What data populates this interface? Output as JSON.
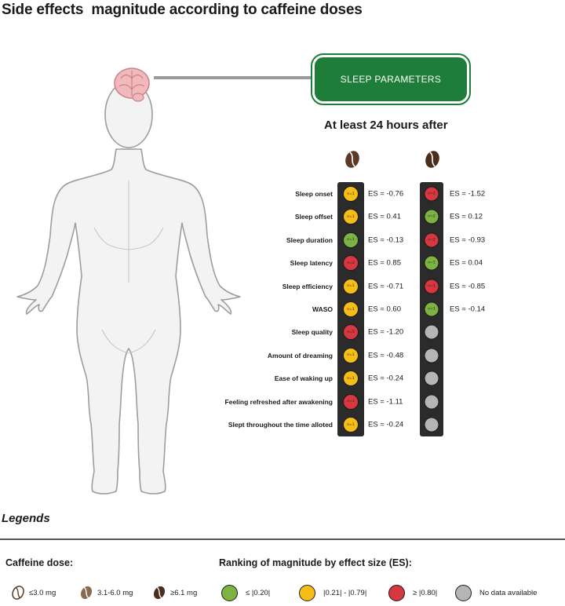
{
  "title": "Side effects  magnitude according to caffeine doses",
  "sleep_box": {
    "label": "SLEEP PARAMETERS"
  },
  "timing": "At least 24 hours after",
  "colors": {
    "green": "#7cb342",
    "yellow": "#f6bd16",
    "red": "#d7373f",
    "gray": "#b5b5b5",
    "box_green": "#1f7d3a",
    "bean": "#5a3a25"
  },
  "columns": [
    {
      "dose_icon": "coffee-bean-icon-medium"
    },
    {
      "dose_icon": "coffee-bean-icon-high"
    }
  ],
  "rows": [
    {
      "label": "Sleep onset",
      "c1": {
        "color": "yellow",
        "n": "n=1",
        "es": "ES = -0.76"
      },
      "c2": {
        "color": "red",
        "n": "n=2",
        "es": "ES = -1.52"
      }
    },
    {
      "label": "Sleep offset",
      "c1": {
        "color": "yellow",
        "n": "n=1",
        "es": "ES = 0.41"
      },
      "c2": {
        "color": "green",
        "n": "n=2",
        "es": "ES = 0.12"
      }
    },
    {
      "label": "Sleep duration",
      "c1": {
        "color": "green",
        "n": "n=1",
        "es": "ES = -0.13"
      },
      "c2": {
        "color": "red",
        "n": "n=2",
        "es": "ES = -0.93"
      }
    },
    {
      "label": "Sleep latency",
      "c1": {
        "color": "red",
        "n": "n=2",
        "es": "ES = 0.85"
      },
      "c2": {
        "color": "green",
        "n": "n=1",
        "es": "ES = 0.04"
      }
    },
    {
      "label": "Sleep efficiency",
      "c1": {
        "color": "yellow",
        "n": "n=1",
        "es": "ES = -0.71"
      },
      "c2": {
        "color": "red",
        "n": "n=1",
        "es": "ES = -0.85"
      }
    },
    {
      "label": "WASO",
      "c1": {
        "color": "yellow",
        "n": "n=1",
        "es": "ES = 0.60"
      },
      "c2": {
        "color": "green",
        "n": "n=1",
        "es": "ES = -0.14"
      }
    },
    {
      "label": "Sleep quality",
      "c1": {
        "color": "red",
        "n": "n=5",
        "es": "ES = -1.20"
      },
      "c2": {
        "color": "gray",
        "n": "",
        "es": ""
      }
    },
    {
      "label": "Amount of dreaming",
      "c1": {
        "color": "yellow",
        "n": "n=1",
        "es": "ES = -0.48"
      },
      "c2": {
        "color": "gray",
        "n": "",
        "es": ""
      }
    },
    {
      "label": "Ease of waking up",
      "c1": {
        "color": "yellow",
        "n": "n=1",
        "es": "ES = -0.24"
      },
      "c2": {
        "color": "gray",
        "n": "",
        "es": ""
      }
    },
    {
      "label": "Feeling refreshed after awakening",
      "c1": {
        "color": "red",
        "n": "n=1",
        "es": "ES = -1.11"
      },
      "c2": {
        "color": "gray",
        "n": "",
        "es": ""
      }
    },
    {
      "label": "Slept throughout the time alloted",
      "c1": {
        "color": "yellow",
        "n": "n=1",
        "es": "ES = -0.24"
      },
      "c2": {
        "color": "gray",
        "n": "",
        "es": ""
      }
    }
  ],
  "legend": {
    "title": "Legends",
    "dose_heading": "Caffeine dose:",
    "ranking_heading": "Ranking of magnitude  by effect size (ES):",
    "doses": [
      {
        "icon": "coffee-bean-icon-low",
        "text": "≤3.0 mg"
      },
      {
        "icon": "coffee-bean-icon-medium",
        "text": "3.1-6.0 mg"
      },
      {
        "icon": "coffee-bean-icon-high",
        "text": "≥6.1 mg"
      }
    ],
    "ranking": [
      {
        "color": "green",
        "text": "≤ |0.20|"
      },
      {
        "color": "yellow",
        "text": "|0.21| - |0.79|"
      },
      {
        "color": "red",
        "text": "≥ |0.80|"
      },
      {
        "color": "gray",
        "text": "No data available"
      }
    ]
  }
}
